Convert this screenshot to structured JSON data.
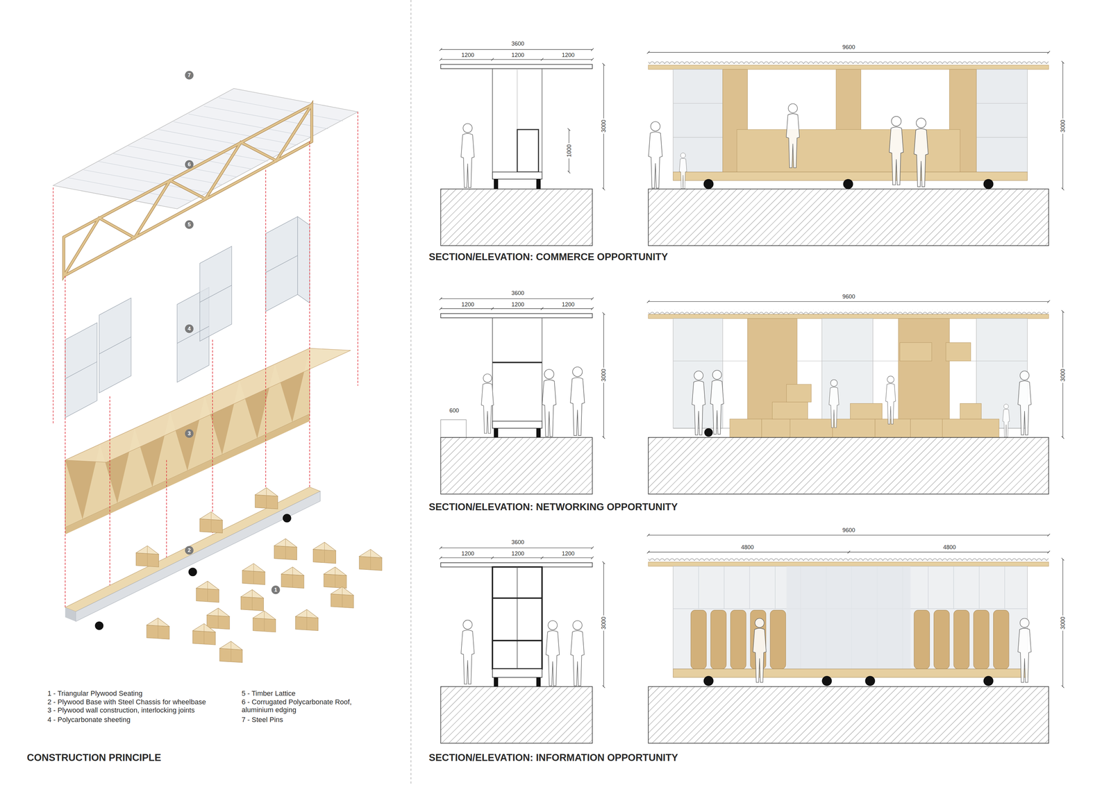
{
  "diagram": {
    "labels": [
      "7",
      "6",
      "5",
      "4",
      "3",
      "2",
      "1",
      "1 - Triangular Plywood Seating",
      "2 - Plywood Base with Steel Chassis for wheelbase",
      "3 - Plywood wall construction, interlocking joints",
      "4 - Polycarbonate sheeting",
      "5 - Timber Lattice",
      "6 - Corrugated Polycarbonate Roof, aluminium edging",
      "7 - Steel Pins",
      "CONSTRUCTION PRINCIPLE",
      "3600",
      "1200",
      "1200",
      "1200",
      "3000",
      "1000",
      "9600",
      "3000",
      "SECTION/ELEVATION: COMMERCE OPPORTUNITY",
      "3600",
      "1200",
      "1200",
      "1200",
      "600",
      "3000",
      "9600",
      "3000",
      "SECTION/ELEVATION: NETWORKING OPPORTUNITY",
      "3600",
      "1200",
      "1200",
      "1200",
      "3000",
      "9600",
      "4800",
      "4800",
      "3000",
      "SECTION/ELEVATION: INFORMATION OPPORTUNITY"
    ]
  }
}
